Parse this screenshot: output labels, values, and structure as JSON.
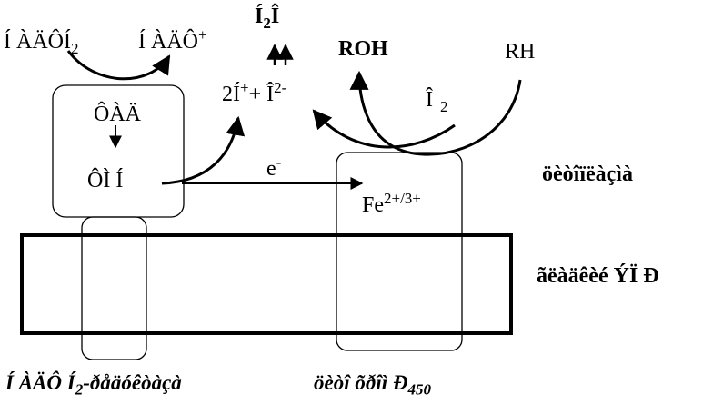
{
  "labels": {
    "nadph_main": "Í ÀÄÔÍ",
    "nadph_sub": "2",
    "nadp_main": "Í ÀÄÔ",
    "nadp_sup": "+",
    "h2o_main": "Í",
    "h2o_sub": "2",
    "h2o_tail": "Î",
    "fad": "ÔÀÄ",
    "fmn": "ÔÌ Í",
    "product_left_pre": "2Í",
    "product_left_sup": "+",
    "product_plus": "+ Î",
    "product_right_sup": "2-",
    "roh": "ROH",
    "rh": "RH",
    "o2_main": "Î",
    "o2_sub": "2",
    "electron": "e",
    "electron_sup": "-",
    "iron_main": "Fe",
    "iron_sup": "2+/3+",
    "cytoplasm": "öèòîïëàçìà",
    "er_membrane": "ãëàäêèé ÝÏ Ð",
    "reductase_pre": "Í ÀÄÔ Í",
    "reductase_sub": "2",
    "reductase_tail": "-ðåäóêòàçà",
    "cytochrome_pre": "öèòî õðîì  Ð",
    "cytochrome_sub": "450"
  },
  "colors": {
    "ink": "#000000",
    "background": "#ffffff"
  }
}
